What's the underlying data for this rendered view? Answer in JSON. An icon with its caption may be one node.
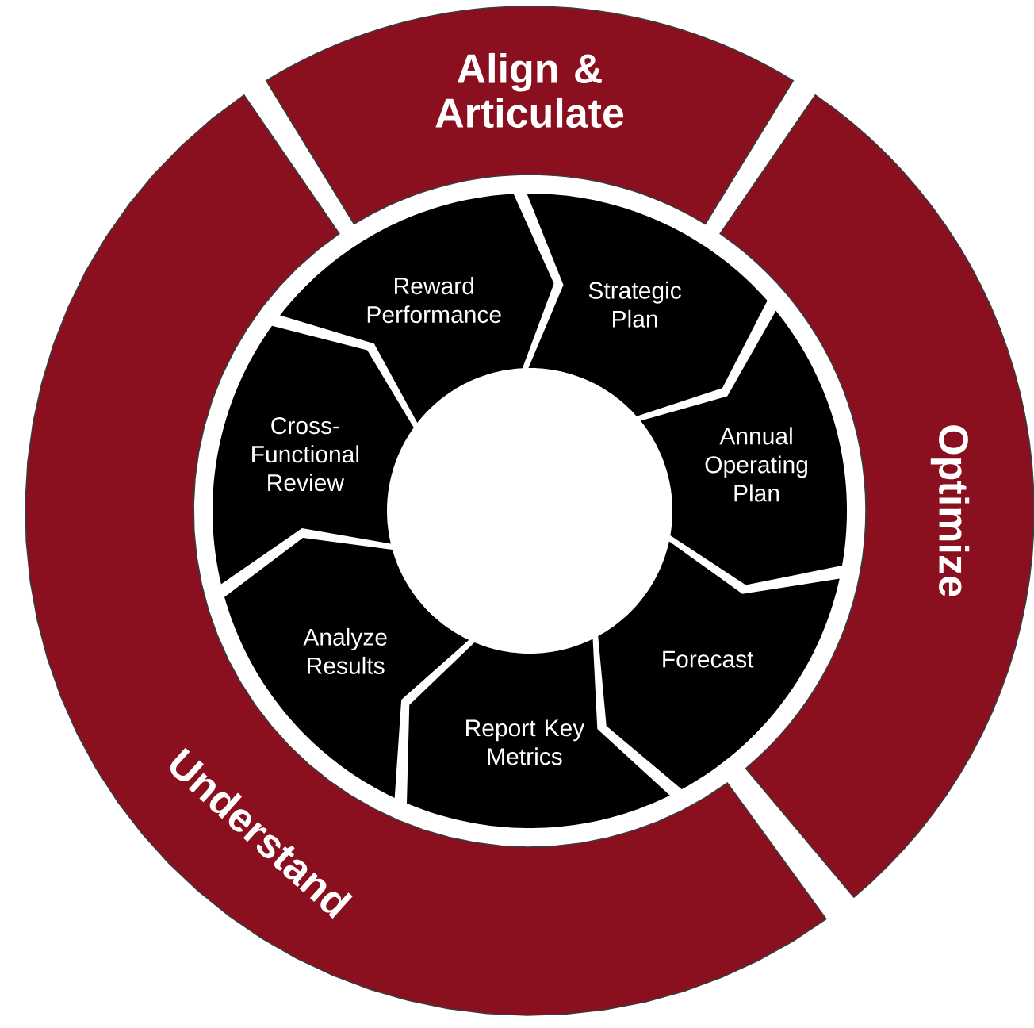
{
  "diagram": {
    "nodes": [
      {
        "text": [
          "Align & Articulate"
        ]
      },
      {
        "text": [
          "Optimize"
        ]
      },
      {
        "text": [
          "Understand"
        ]
      },
      {
        "text": [
          "Strategic Plan"
        ]
      },
      {
        "text": [
          "Annual Operating Plan"
        ]
      },
      {
        "text": [
          "Forecast"
        ]
      },
      {
        "text": [
          "Report Key Metrics"
        ]
      },
      {
        "text": [
          "Analyze Results"
        ]
      },
      {
        "text": [
          "Cross-Functional Review"
        ]
      },
      {
        "text": [
          "Reward Performance"
        ]
      }
    ]
  }
}
